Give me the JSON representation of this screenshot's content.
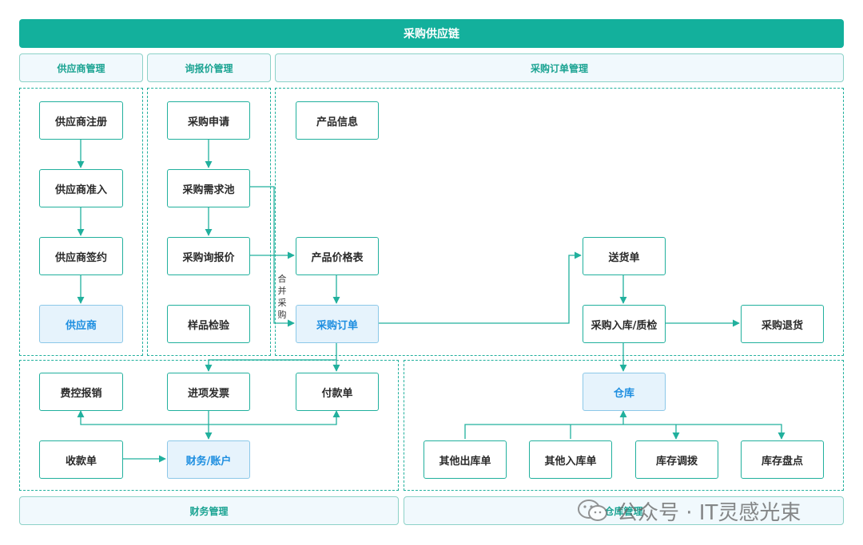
{
  "title": "采购供应链",
  "headers": {
    "supplier_mgmt": "供应商管理",
    "inquiry_mgmt": "询报价管理",
    "order_mgmt": "采购订单管理",
    "finance_mgmt": "财务管理",
    "warehouse_mgmt": "仓库管理"
  },
  "nodes": {
    "supplier_register": "供应商注册",
    "supplier_admission": "供应商准入",
    "supplier_contract": "供应商签约",
    "supplier": "供应商",
    "purchase_request": "采购申请",
    "demand_pool": "采购需求池",
    "purchase_inquiry": "采购询报价",
    "sample_inspection": "样品检验",
    "product_info": "产品信息",
    "price_list": "产品价格表",
    "purchase_order": "采购订单",
    "delivery_note": "送货单",
    "inbound_qc": "采购入库/质检",
    "purchase_return": "采购退货",
    "expense_reimburse": "费控报销",
    "input_invoice": "进项发票",
    "payment_order": "付款单",
    "receipt_order": "收款单",
    "finance_account": "财务/账户",
    "warehouse": "仓库",
    "other_outbound": "其他出库单",
    "other_inbound": "其他入库单",
    "stock_transfer": "库存调拨",
    "stock_count": "库存盘点"
  },
  "edge_labels": {
    "merge_purchase": "合并采购"
  },
  "watermark": "公众号 · IT灵感光束",
  "colors": {
    "accent": "#13b09c",
    "highlight_text": "#1d8ee0",
    "highlight_fill": "#e6f3fc"
  }
}
